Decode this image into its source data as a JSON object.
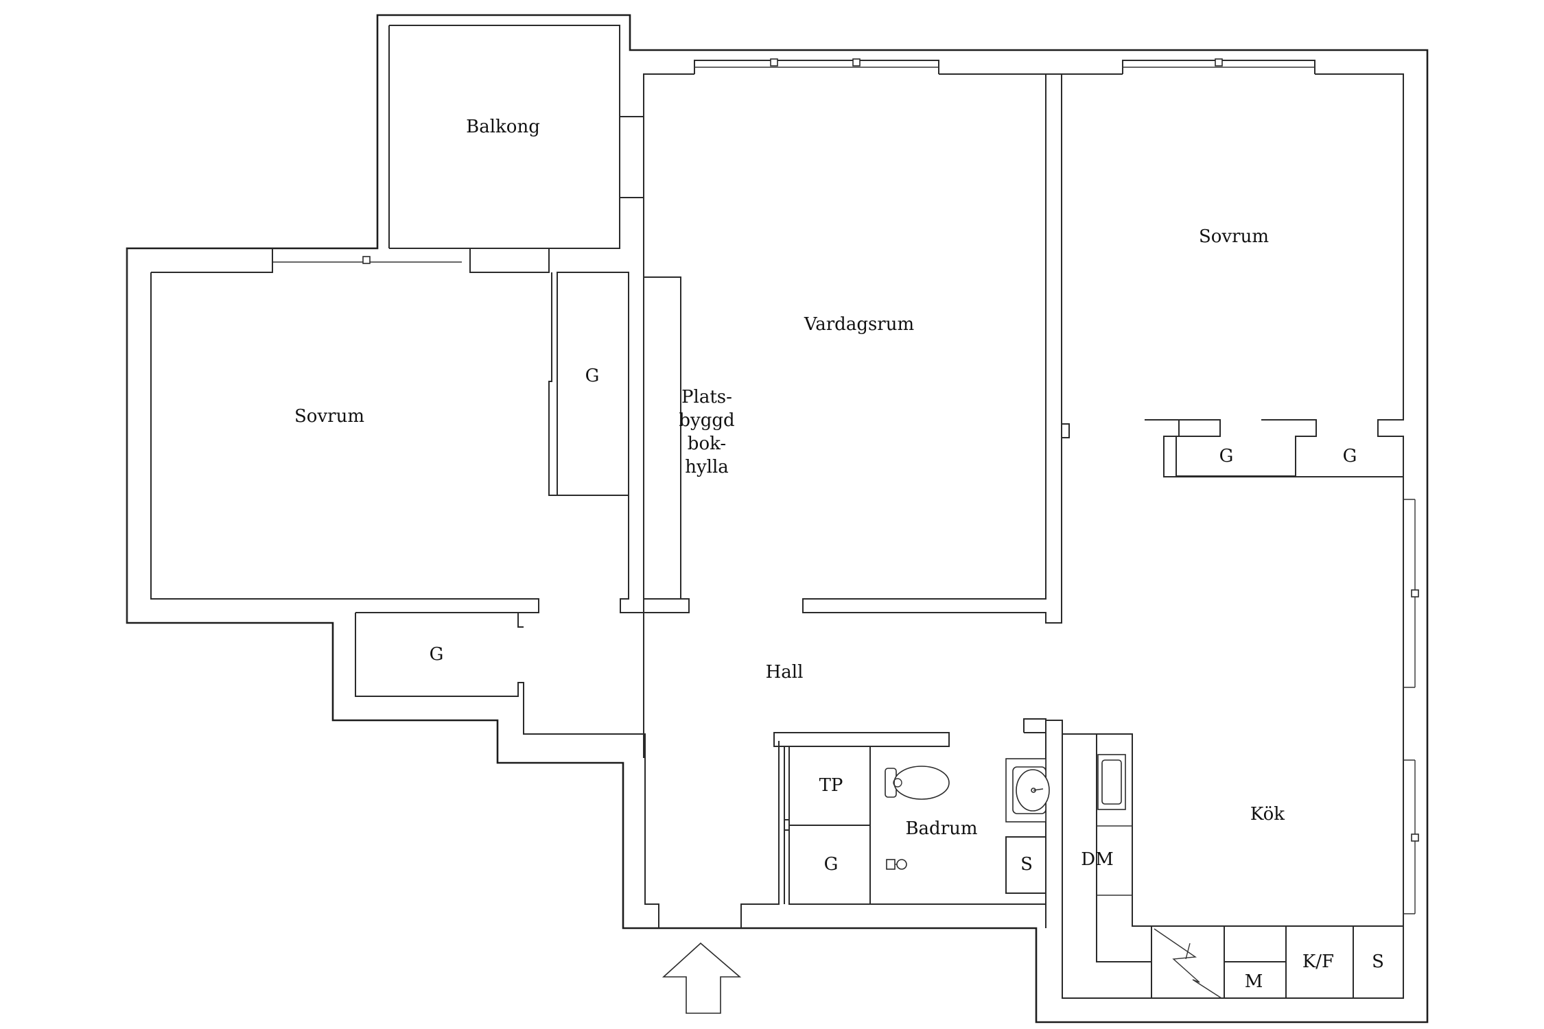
{
  "rooms": {
    "balkong": "Balkong",
    "vardagsrum": "Vardagsrum",
    "sovrum_right": "Sovrum",
    "sovrum_left": "Sovrum",
    "hall": "Hall",
    "badrum": "Badrum",
    "kok": "Kök"
  },
  "bookshelf": {
    "line1": "Plats-",
    "line2": "byggd",
    "line3": "bok-",
    "line4": "hylla"
  },
  "storage": {
    "g_left_closet": "G",
    "g_right_closet_1": "G",
    "g_right_closet_2": "G",
    "g_hall_closet": "G",
    "g_bath_closet": "G",
    "tp": "TP",
    "s_bath": "S",
    "dm": "DM",
    "m": "M",
    "kf": "K/F",
    "s_kitchen": "S"
  },
  "entrance": {
    "icon": "entrance-arrow-icon"
  }
}
